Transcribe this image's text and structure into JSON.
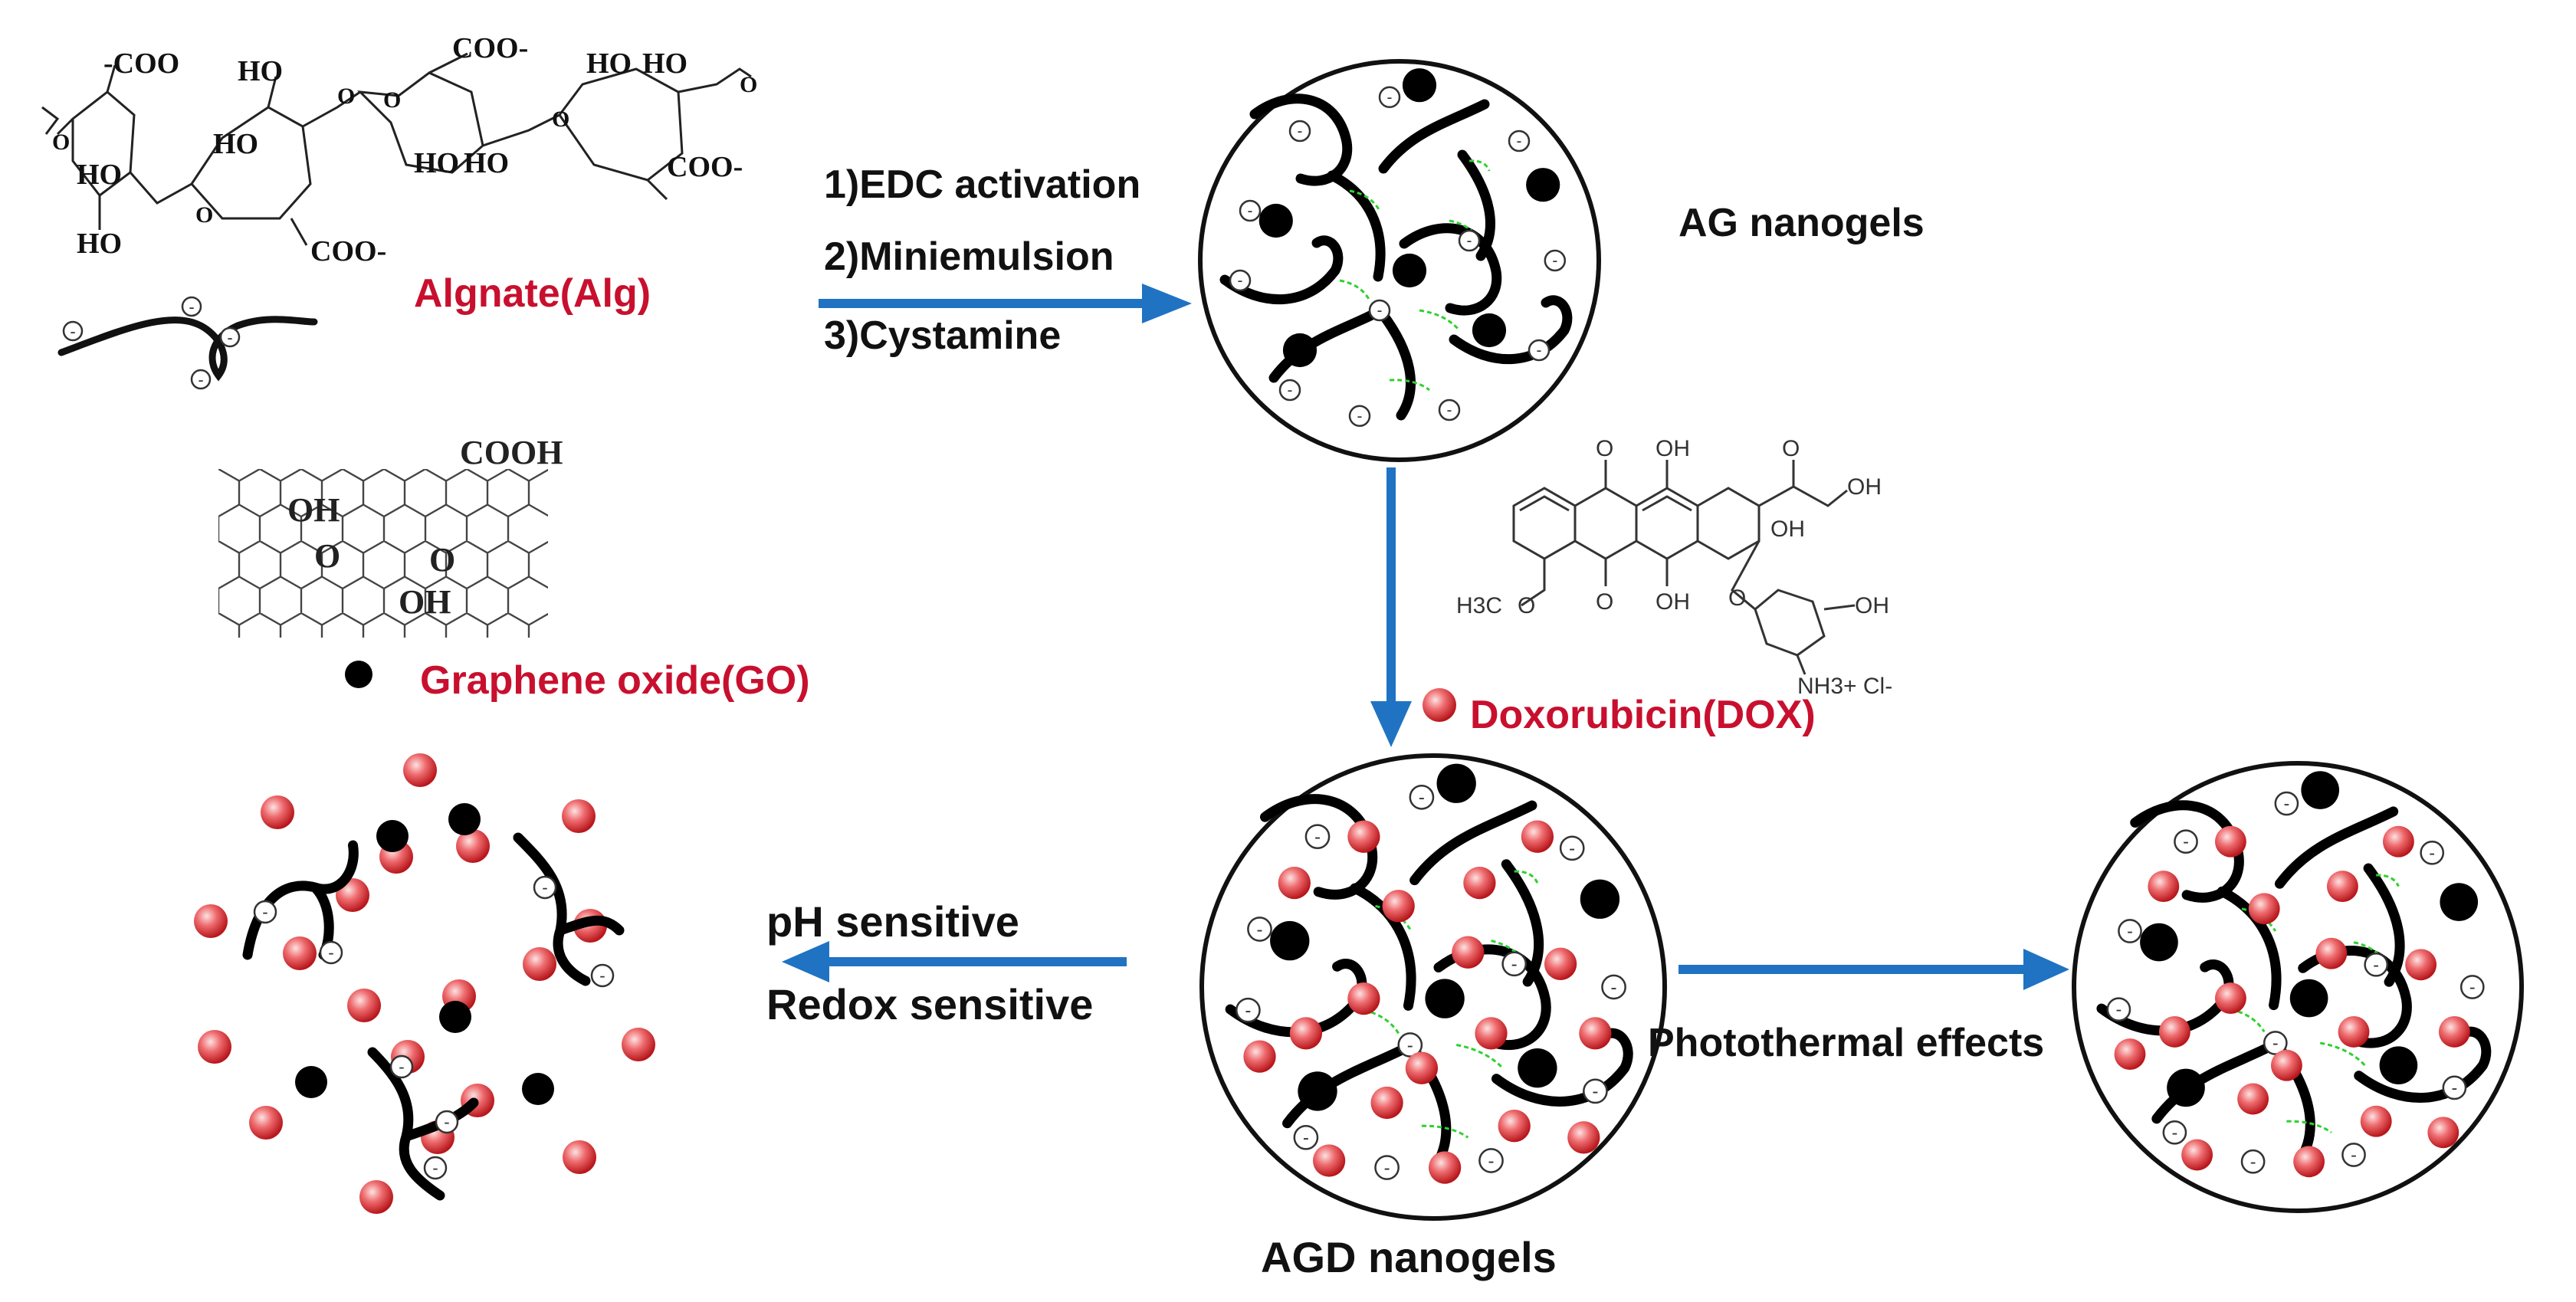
{
  "steps": {
    "step1": "1)EDC activation",
    "step2": "2)Miniemulsion",
    "step3": "3)Cystamine"
  },
  "legend": {
    "alginate": "Algnate(Alg)",
    "graphene_oxide": "Graphene oxide(GO)",
    "doxorubicin": "Doxorubicin(DOX)"
  },
  "nanogels": {
    "ag": "AG nanogels",
    "agd": "AGD nanogels"
  },
  "release": {
    "ph": "pH sensitive",
    "redox": "Redox sensitive"
  },
  "photothermal": "Photothermal effects",
  "alginate_structure": {
    "carboxylate": "COO",
    "charge": "-",
    "hydroxyl": "HO",
    "ring_oxygen": "O"
  },
  "go_structure": {
    "carboxyl": "COOH",
    "hydroxyl": "OH",
    "epoxy": "O"
  },
  "dox_structure": {
    "oxygen": "O",
    "hydroxyl": "OH",
    "methoxy": "H3C",
    "ammonium": "NH3+ Cl-"
  },
  "colors": {
    "red_label": "#c8102e",
    "arrow_blue": "#1f73c2",
    "crosslink_green": "#2fd12f",
    "dox_red": "#e7464a",
    "ink": "#000000"
  }
}
